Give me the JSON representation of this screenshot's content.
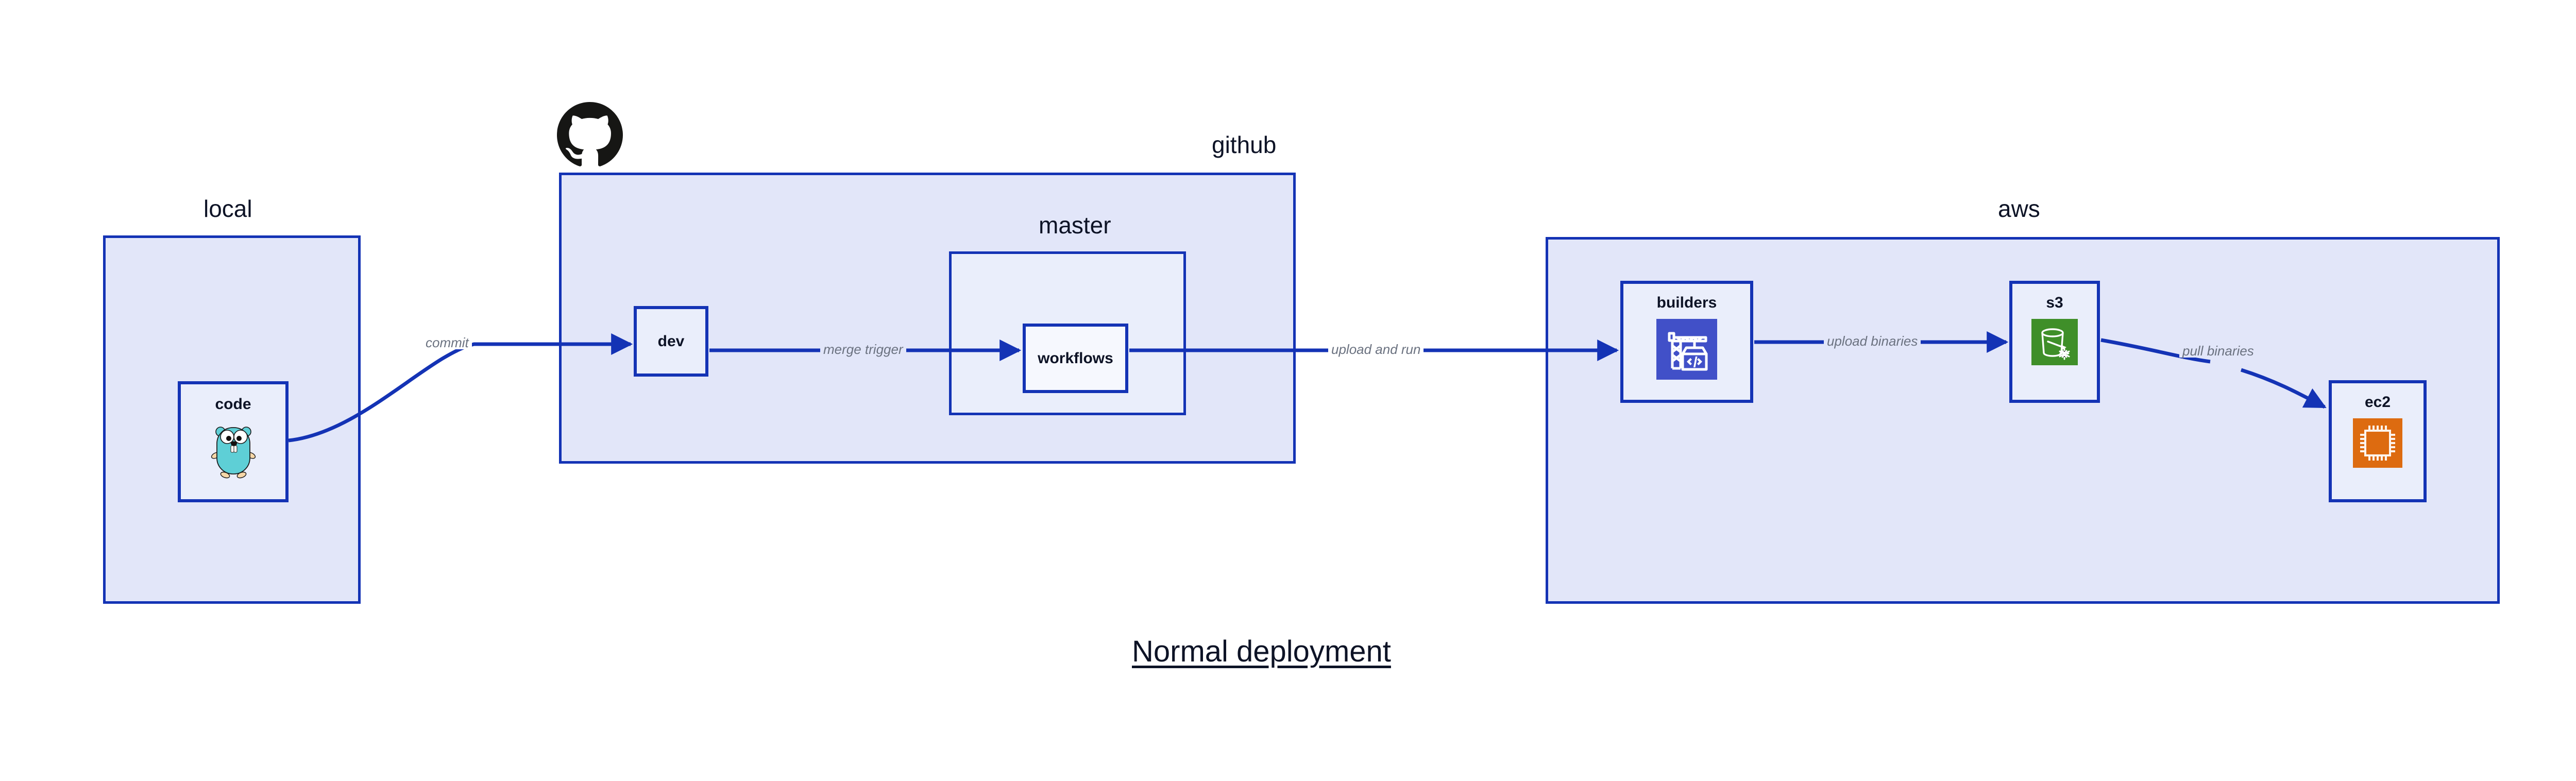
{
  "diagram": {
    "title": "Normal deployment",
    "title_color": "#0d1326",
    "accent_color": "#1433b5",
    "group_fill": "#e2e6f9",
    "node_fill": "#eaeefb",
    "edge_label_color": "#6b7280"
  },
  "groups": [
    {
      "id": "local",
      "label": "local"
    },
    {
      "id": "github",
      "label": "github"
    },
    {
      "id": "master",
      "label": "master"
    },
    {
      "id": "aws",
      "label": "aws"
    }
  ],
  "nodes": [
    {
      "id": "code",
      "label": "code",
      "icon": "go-gopher-icon",
      "icon_color": "#5ecfd6"
    },
    {
      "id": "dev",
      "label": "dev",
      "icon": null,
      "icon_color": null
    },
    {
      "id": "workflows",
      "label": "workflows",
      "icon": null,
      "icon_color": null
    },
    {
      "id": "builders",
      "label": "builders",
      "icon": "aws-codebuild-icon",
      "icon_color": "#4150c8"
    },
    {
      "id": "s3",
      "label": "s3",
      "icon": "aws-s3-glacier-icon",
      "icon_color": "#3f8f29"
    },
    {
      "id": "ec2",
      "label": "ec2",
      "icon": "aws-ec2-icon",
      "icon_color": "#dd6b10"
    }
  ],
  "edges": [
    {
      "id": "commit",
      "from": "code",
      "to": "dev",
      "label": "commit"
    },
    {
      "id": "merge-trigger",
      "from": "dev",
      "to": "workflows",
      "label": "merge trigger"
    },
    {
      "id": "upload-and-run",
      "from": "workflows",
      "to": "builders",
      "label": "upload and run"
    },
    {
      "id": "upload-binaries",
      "from": "builders",
      "to": "s3",
      "label": "upload binaries"
    },
    {
      "id": "pull-binaries",
      "from": "s3",
      "to": "ec2",
      "label": "pull binaries"
    }
  ],
  "logos": [
    {
      "id": "github-logo",
      "name": "github-octocat-icon",
      "color": "#161614"
    }
  ]
}
